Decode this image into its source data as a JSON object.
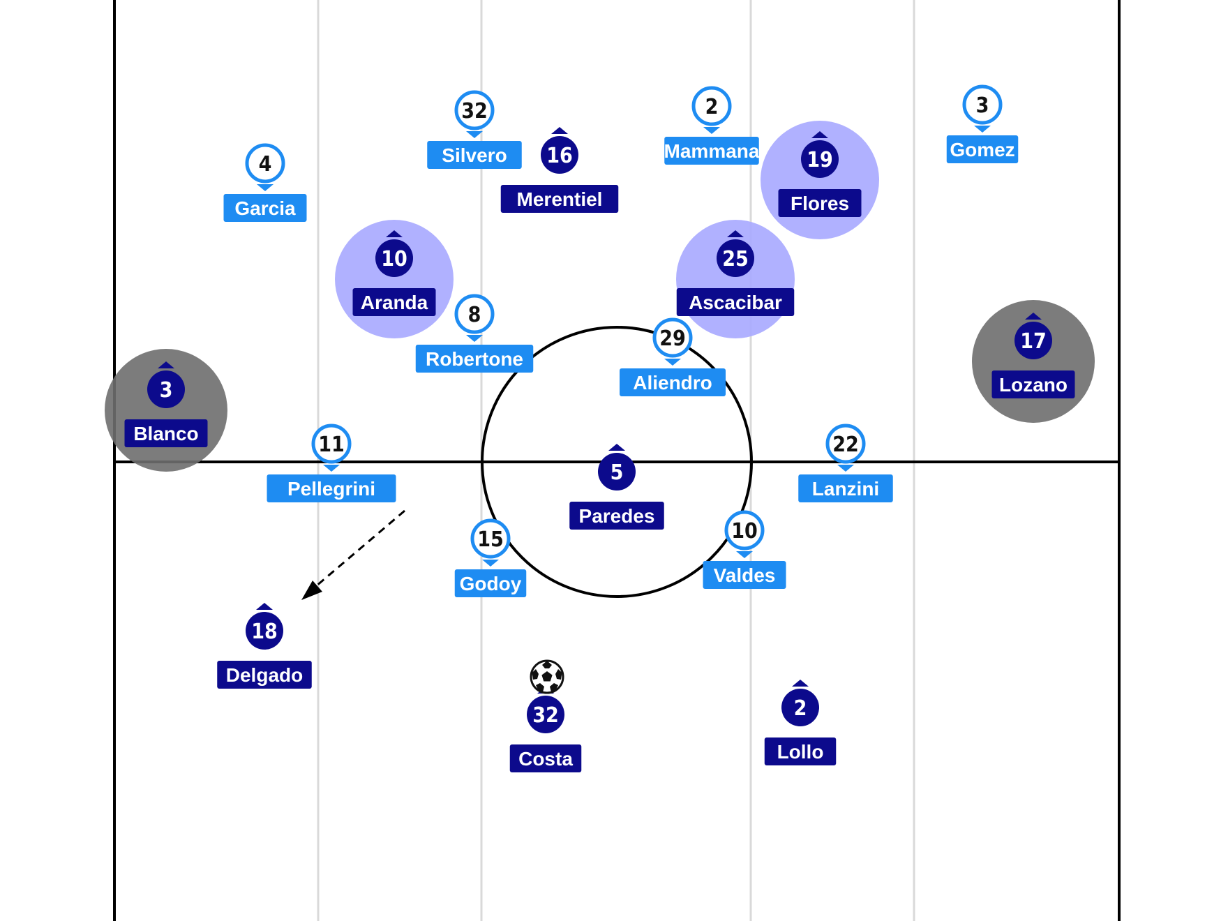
{
  "colors": {
    "home_fill": "#ffffff",
    "home_stroke": "#1e8cf2",
    "home_label_bg": "#1e8cf2",
    "away_fill": "#0c0a8c",
    "away_label_bg": "#0c0a8c",
    "highlight_purple": "#a7a9ff",
    "highlight_grey": "#6e6e6e"
  },
  "home_players": [
    {
      "number": "4",
      "name": "Garcia"
    },
    {
      "number": "32",
      "name": "Silvero"
    },
    {
      "number": "2",
      "name": "Mammana"
    },
    {
      "number": "3",
      "name": "Gomez"
    },
    {
      "number": "8",
      "name": "Robertone"
    },
    {
      "number": "29",
      "name": "Aliendro"
    },
    {
      "number": "11",
      "name": "Pellegrini"
    },
    {
      "number": "22",
      "name": "Lanzini"
    },
    {
      "number": "15",
      "name": "Godoy"
    },
    {
      "number": "10",
      "name": "Valdes"
    }
  ],
  "away_players": [
    {
      "number": "16",
      "name": "Merentiel",
      "highlight": null
    },
    {
      "number": "19",
      "name": "Flores",
      "highlight": "purple"
    },
    {
      "number": "10",
      "name": "Aranda",
      "highlight": "purple"
    },
    {
      "number": "25",
      "name": "Ascacibar",
      "highlight": "purple"
    },
    {
      "number": "17",
      "name": "Lozano",
      "highlight": "grey"
    },
    {
      "number": "3",
      "name": "Blanco",
      "highlight": "grey"
    },
    {
      "number": "5",
      "name": "Paredes",
      "highlight": null
    },
    {
      "number": "18",
      "name": "Delgado",
      "highlight": null
    },
    {
      "number": "32",
      "name": "Costa",
      "highlight": null
    },
    {
      "number": "2",
      "name": "Lollo",
      "highlight": null
    }
  ],
  "ball": {
    "icon": "soccer-ball-icon",
    "carrier": "Costa"
  },
  "arrow": {
    "icon": "dashed-arrow-icon",
    "from": "Pellegrini",
    "to": "Delgado"
  }
}
